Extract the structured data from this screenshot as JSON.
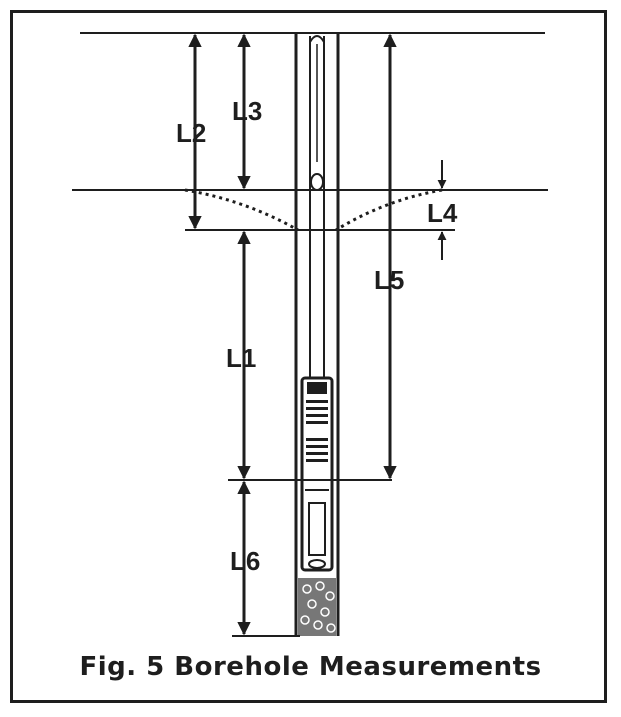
{
  "figure": {
    "caption": "Fig. 5 Borehole Measurements",
    "labels": {
      "l1": "L1",
      "l2": "L2",
      "l3": "L3",
      "l4": "L4",
      "l5": "L5",
      "l6": "L6"
    },
    "colors": {
      "ink": "#1e1e1e",
      "background": "#ffffff",
      "gravel": "#777777"
    }
  }
}
